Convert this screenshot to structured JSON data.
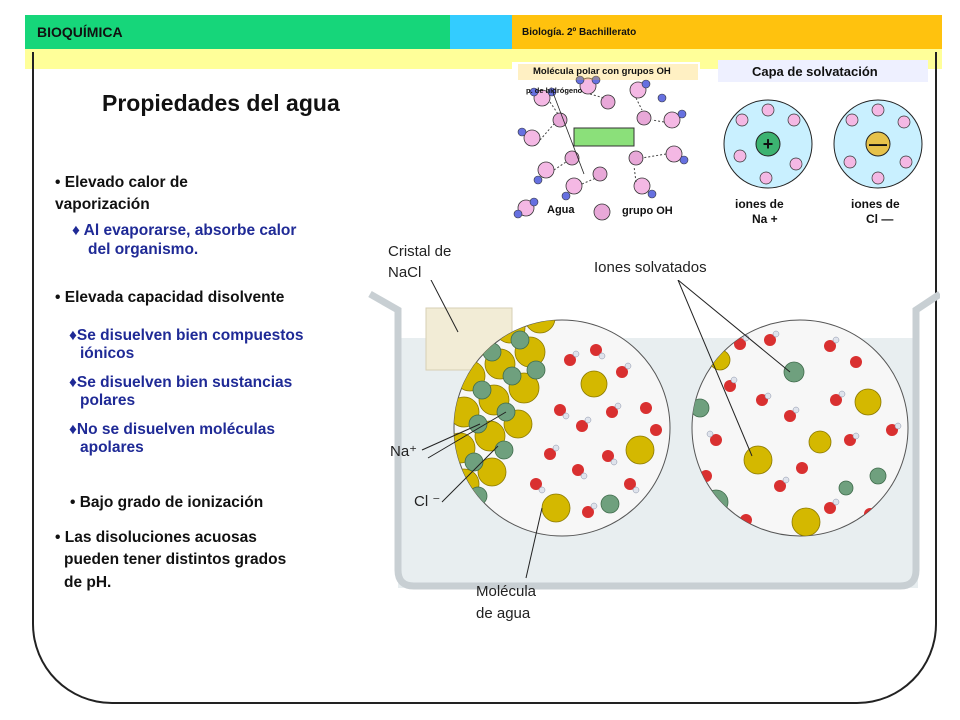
{
  "header": {
    "section": "BIOQUÍMICA",
    "course": "Biología. 2º Bachillerato"
  },
  "title": "Propiedades del agua",
  "bullets": {
    "b1_line1": "• Elevado calor de",
    "b1_line2": "vaporización",
    "b1_sub_line1": "♦  Al evaporarse, absorbe calor",
    "b1_sub_line2": "del organismo.",
    "b2": "• Elevada capacidad disolvente",
    "b2_sub1_line1": "♦Se disuelven bien compuestos",
    "b2_sub1_line2": "iónicos",
    "b2_sub2_line1": "♦Se disuelven bien sustancias",
    "b2_sub2_line2": "polares",
    "b2_sub3_line1": "♦No se disuelven moléculas",
    "b2_sub3_line2": "apolares",
    "b3": "• Bajo grado de ionización",
    "b4_line1": "• Las disoluciones acuosas",
    "b4_line2": "pueden tener distintos grados",
    "b4_line3": "de pH."
  },
  "polar_diagram": {
    "title": "Molécula polar con grupos OH",
    "hydrogen_label": "p. de hidrógeno",
    "water_label": "Agua",
    "oh_label": "grupo OH"
  },
  "solvation_diagram": {
    "title": "Capa de solvatación",
    "na_label_line1": "iones de",
    "na_label_line2": "Na +",
    "cl_label_line1": "iones de",
    "cl_label_line2": "Cl —"
  },
  "beaker_labels": {
    "crystal_line1": "Cristal de",
    "crystal_line2": "NaCl",
    "solvated": "Iones solvatados",
    "na": "Na⁺",
    "cl": "Cl ⁻",
    "water_line1": "Molécula",
    "water_line2": "de agua"
  },
  "colors": {
    "header_green": "#16d67a",
    "header_blue": "#33ccff",
    "header_orange": "#ffc20e",
    "strip_yellow": "#ffff99",
    "sub_text": "#1f2a96",
    "na_ion": "#d4b800",
    "cl_ion": "#6fa07e",
    "oxygen": "#d93030"
  }
}
